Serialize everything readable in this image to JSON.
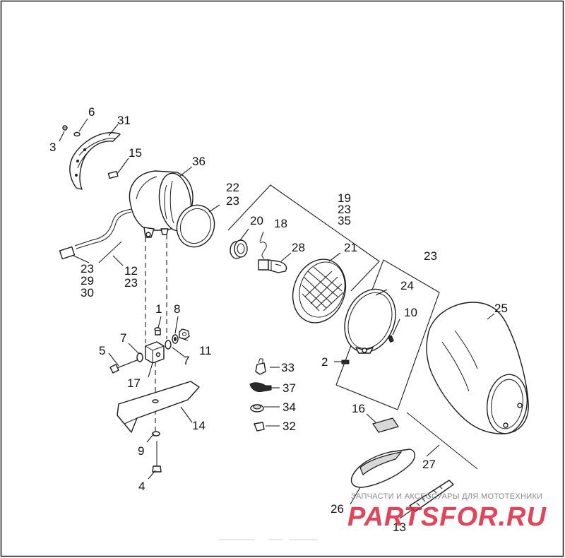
{
  "diagram": {
    "callouts": [
      {
        "id": "c3",
        "text": "3"
      },
      {
        "id": "c6",
        "text": "6"
      },
      {
        "id": "c31",
        "text": "31"
      },
      {
        "id": "c15",
        "text": "15"
      },
      {
        "id": "c36",
        "text": "36"
      },
      {
        "id": "c22",
        "text": "22"
      },
      {
        "id": "c23a",
        "text": "23"
      },
      {
        "id": "c19",
        "text": "19"
      },
      {
        "id": "c23b",
        "text": "23"
      },
      {
        "id": "c35",
        "text": "35"
      },
      {
        "id": "c20",
        "text": "20"
      },
      {
        "id": "c18",
        "text": "18"
      },
      {
        "id": "c28",
        "text": "28"
      },
      {
        "id": "c21",
        "text": "21"
      },
      {
        "id": "c23c",
        "text": "23"
      },
      {
        "id": "c24",
        "text": "24"
      },
      {
        "id": "c10",
        "text": "10"
      },
      {
        "id": "c25",
        "text": "25"
      },
      {
        "id": "c23d",
        "text": "23"
      },
      {
        "id": "c29",
        "text": "29"
      },
      {
        "id": "c30",
        "text": "30"
      },
      {
        "id": "c12",
        "text": "12"
      },
      {
        "id": "c23e",
        "text": "23"
      },
      {
        "id": "c1",
        "text": "1"
      },
      {
        "id": "c8",
        "text": "8"
      },
      {
        "id": "c7a",
        "text": "7"
      },
      {
        "id": "c11",
        "text": "11"
      },
      {
        "id": "c5",
        "text": "5"
      },
      {
        "id": "c7b",
        "text": "7"
      },
      {
        "id": "c17",
        "text": "17"
      },
      {
        "id": "c2",
        "text": "2"
      },
      {
        "id": "c33",
        "text": "33"
      },
      {
        "id": "c37",
        "text": "37"
      },
      {
        "id": "c34",
        "text": "34"
      },
      {
        "id": "c32",
        "text": "32"
      },
      {
        "id": "c14",
        "text": "14"
      },
      {
        "id": "c16",
        "text": "16"
      },
      {
        "id": "c9",
        "text": "9"
      },
      {
        "id": "c4",
        "text": "4"
      },
      {
        "id": "c27",
        "text": "27"
      },
      {
        "id": "c26",
        "text": "26"
      },
      {
        "id": "c13",
        "text": "13"
      }
    ]
  },
  "watermark": {
    "caption": "ЗАПЧАСТИ И АКСЕССУАРЫ ДЛЯ МОТОТЕХНИКИ",
    "logo": "PARTSFOR.RU",
    "logo_color": "#e0233c"
  },
  "colors": {
    "line": "#1a1a1a",
    "background": "#ffffff"
  }
}
